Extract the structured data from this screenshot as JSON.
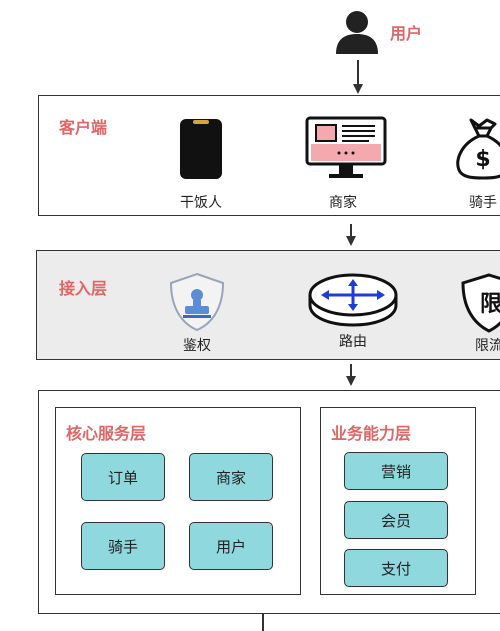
{
  "user": {
    "label": "用户"
  },
  "client_layer": {
    "title": "客户端",
    "items": [
      {
        "label": "干饭人",
        "icon": "phone-icon"
      },
      {
        "label": "商家",
        "icon": "monitor-icon"
      },
      {
        "label": "骑手",
        "icon": "money-bag-icon"
      }
    ]
  },
  "access_layer": {
    "title": "接入层",
    "items": [
      {
        "label": "鉴权",
        "icon": "auth-shield-icon"
      },
      {
        "label": "路由",
        "icon": "router-icon"
      },
      {
        "label": "限流",
        "icon": "limit-shield-icon",
        "glyph": "限"
      }
    ]
  },
  "core_layer": {
    "title": "核心服务层",
    "items": [
      "订单",
      "商家",
      "骑手",
      "用户"
    ]
  },
  "business_layer": {
    "title": "业务能力层",
    "items": [
      "营销",
      "会员",
      "支付"
    ]
  },
  "colors": {
    "accent_red": "#e06666",
    "service_fill": "#8fd8de",
    "access_bg": "#ececec",
    "router_blue": "#1f3dd6"
  }
}
